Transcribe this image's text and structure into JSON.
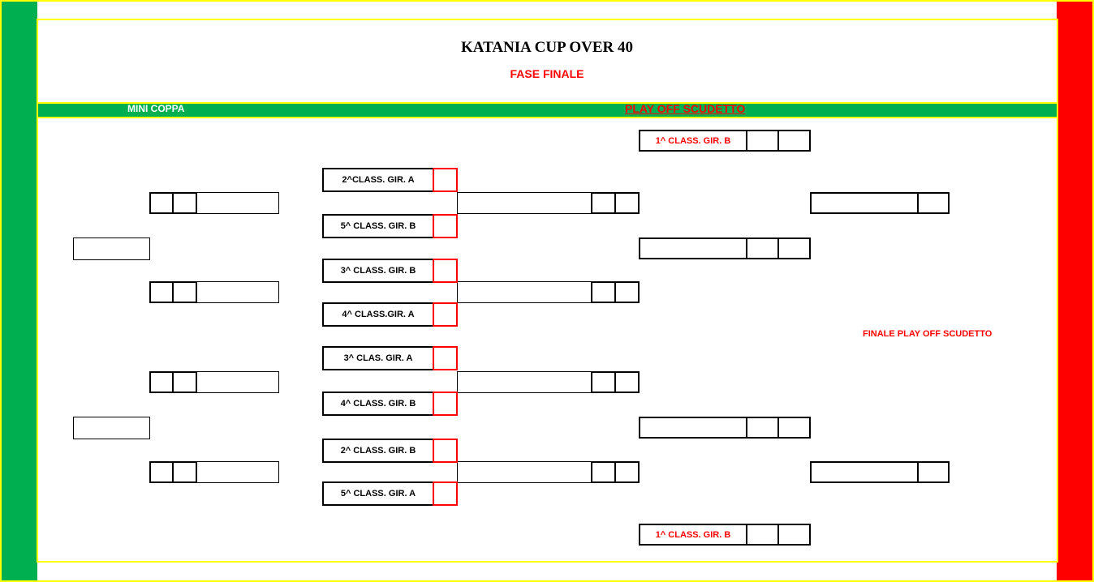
{
  "header": {
    "title": "KATANIA CUP OVER 40",
    "subtitle": "FASE FINALE"
  },
  "band": {
    "mini_coppa": "MINI COPPA",
    "play_off": "PLAY OFF SCUDETTO"
  },
  "quarter_teams": [
    "2^CLASS. GIR. A",
    "5^ CLASS. GIR. B",
    "3^ CLASS. GIR. B",
    "4^ CLASS.GIR. A",
    "3^ CLAS. GIR. A",
    "4^ CLASS. GIR. B",
    "2^ CLASS. GIR. B",
    "5^ CLASS. GIR. A"
  ],
  "semi_seeds": [
    "1^ CLASS. GIR. B",
    "1^ CLASS. GIR. B"
  ],
  "final_label": "FINALE PLAY OFF SCUDETTO",
  "colors": {
    "green": "#00b050",
    "red": "#ff0000",
    "yellow": "#ffff00"
  }
}
